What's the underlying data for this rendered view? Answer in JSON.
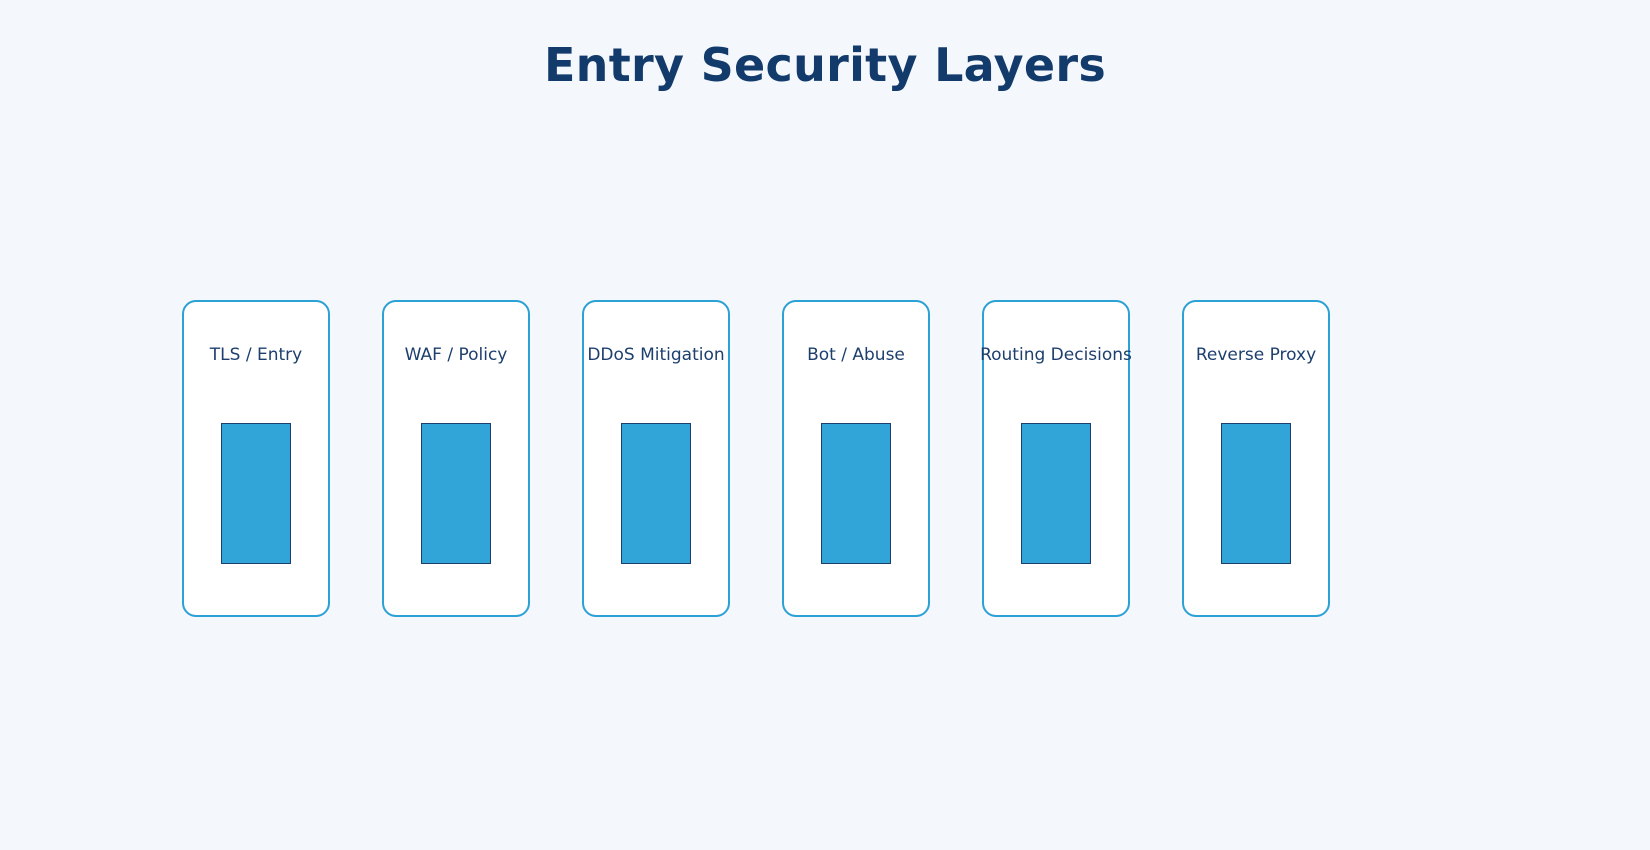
{
  "page": {
    "title": "Entry Security Layers",
    "background_color": "#f4f7fc",
    "title_color": "#123a6b"
  },
  "diagram": {
    "type": "layer-cards-row",
    "card_border_color": "#2ba1d6",
    "card_fill_color": "#ffffff",
    "bar_fill_color": "#31a4d8",
    "bar_stroke_color": "#1d3f6e",
    "label_color": "#1d3f6e",
    "layers": [
      {
        "label": "TLS / Entry"
      },
      {
        "label": "WAF / Policy"
      },
      {
        "label": "DDoS Mitigation"
      },
      {
        "label": "Bot / Abuse"
      },
      {
        "label": "Routing Decisions"
      },
      {
        "label": "Reverse Proxy"
      }
    ]
  }
}
